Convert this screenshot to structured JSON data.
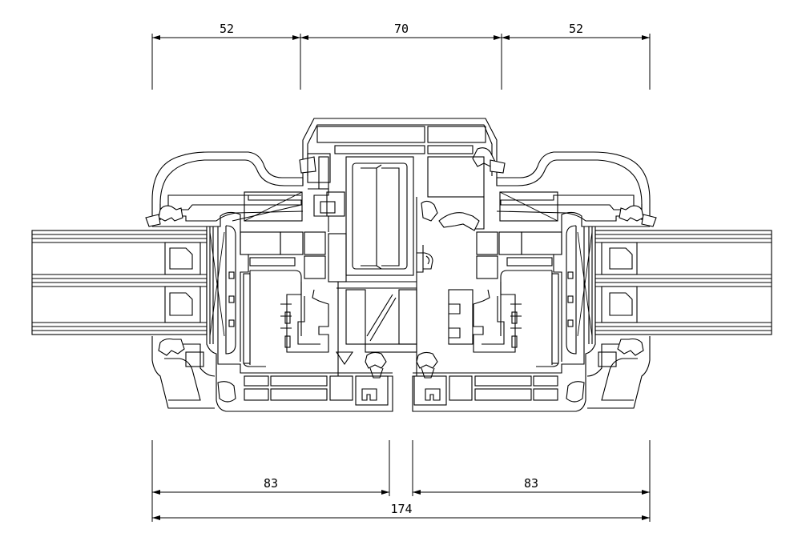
{
  "dimensions": {
    "top_left": "52",
    "top_middle": "70",
    "top_right": "52",
    "bottom_left": "83",
    "bottom_right": "83",
    "bottom_total": "174"
  }
}
